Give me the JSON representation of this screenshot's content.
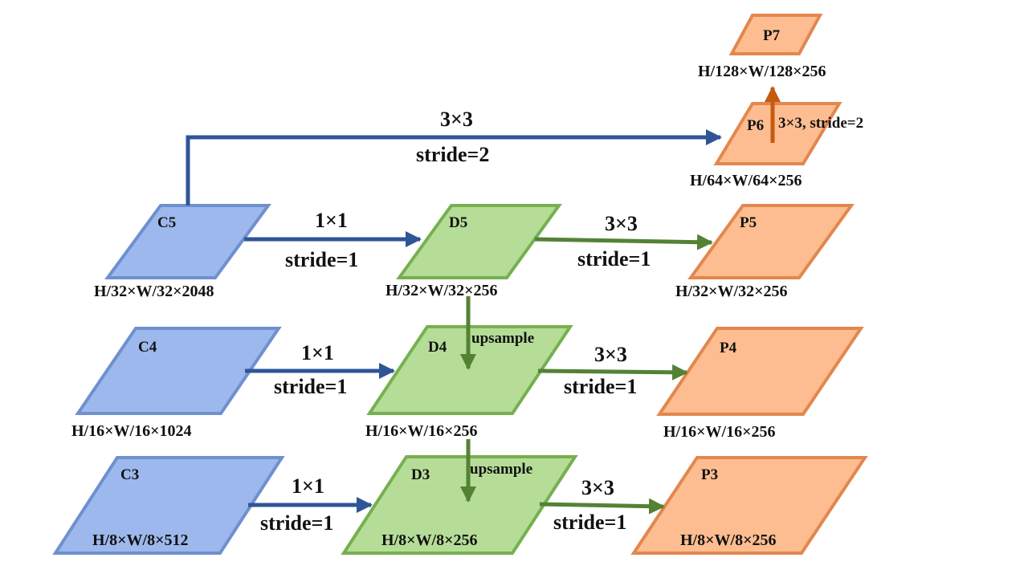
{
  "colors": {
    "c_fill": "#9db8ec",
    "c_stroke": "#6f90cf",
    "d_fill": "#b5dd98",
    "d_stroke": "#76b04f",
    "p_fill": "#fdbd90",
    "p_stroke": "#e2874f",
    "blue_arrow": "#2f5597",
    "green_arrow": "#548235",
    "orange_arrow": "#c55a11"
  },
  "nodes": {
    "C5": {
      "label": "C5",
      "dims": "H/32×W/32×2048"
    },
    "C4": {
      "label": "C4",
      "dims": "H/16×W/16×1024"
    },
    "C3": {
      "label": "C3",
      "dims": "H/8×W/8×512"
    },
    "D5": {
      "label": "D5",
      "dims": "H/32×W/32×256"
    },
    "D4": {
      "label": "D4",
      "dims": "H/16×W/16×256"
    },
    "D3": {
      "label": "D3",
      "dims": "H/8×W/8×256"
    },
    "P7": {
      "label": "P7",
      "dims": "H/128×W/128×256"
    },
    "P6": {
      "label": "P6",
      "dims": "H/64×W/64×256"
    },
    "P5": {
      "label": "P5",
      "dims": "H/32×W/32×256"
    },
    "P4": {
      "label": "P4",
      "dims": "H/16×W/16×256"
    },
    "P3": {
      "label": "P3",
      "dims": "H/8×W/8×256"
    }
  },
  "edges": {
    "c5_p6": {
      "kernel": "3×3",
      "stride": "stride=2"
    },
    "c5_d5": {
      "kernel": "1×1",
      "stride": "stride=1"
    },
    "c4_d4": {
      "kernel": "1×1",
      "stride": "stride=1"
    },
    "c3_d3": {
      "kernel": "1×1",
      "stride": "stride=1"
    },
    "d5_p5": {
      "kernel": "3×3",
      "stride": "stride=1"
    },
    "d4_p4": {
      "kernel": "3×3",
      "stride": "stride=1"
    },
    "d3_p3": {
      "kernel": "3×3",
      "stride": "stride=1"
    },
    "d5_d4": {
      "label": "upsample"
    },
    "d4_d3": {
      "label": "upsample"
    },
    "p6_p7": {
      "label": "3×3, stride=2"
    }
  }
}
